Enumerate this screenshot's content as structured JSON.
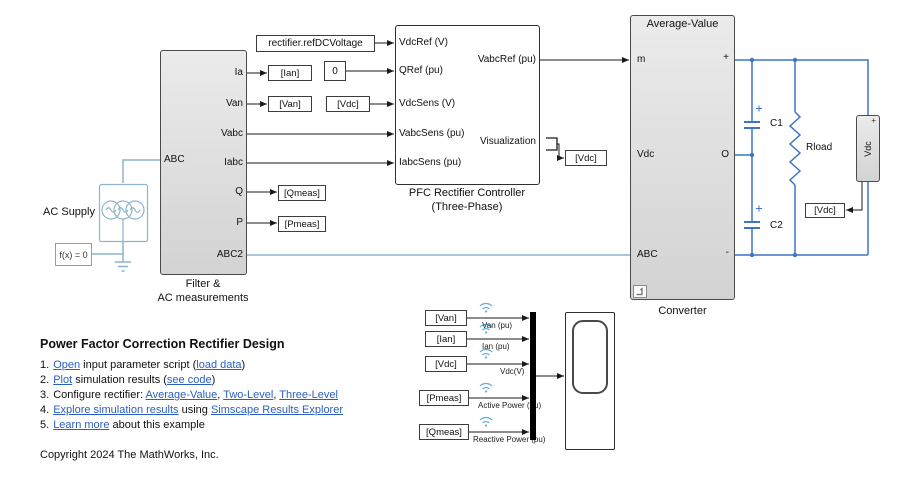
{
  "colors": {
    "link": "#2a5fbf",
    "dc_wire": "#3d74c4",
    "ac_wire": "#8fb3cb",
    "wireless_icon": "#62aede",
    "block_fill": "#dcdcdc"
  },
  "diagram": {
    "ac_supply_label": "AC Supply",
    "solver_label": "f(x) = 0",
    "filter": {
      "port_abc": "ABC",
      "ports_right": [
        "Ia",
        "Van",
        "Vabc",
        "Iabc",
        "Q",
        "P",
        "ABC2"
      ],
      "caption1": "Filter &",
      "caption2": "AC measurements"
    },
    "ref_voltage_label": "rectifier.refDCVoltage",
    "qref_const_label": "0",
    "controller": {
      "inputs": [
        "VdcRef (V)",
        "QRef (pu)",
        "VdcSens (V)",
        "VabcSens (pu)",
        "IabcSens (pu)"
      ],
      "output": "VabcRef (pu)",
      "visualization": "Visualization",
      "caption1": "PFC Rectifier Controller",
      "caption2": "(Three-Phase)"
    },
    "converter": {
      "title": "Average-Value",
      "port_m": "m",
      "port_vdc": "Vdc",
      "port_abc": "ABC",
      "port_plus": "+",
      "port_o": "O",
      "port_minus": "-",
      "caption": "Converter"
    },
    "tags": {
      "ian": "[Ian]",
      "van": "[Van]",
      "vdc_top": "[Vdc]",
      "qmeas": "[Qmeas]",
      "pmeas": "[Pmeas]",
      "vdc_vis": "[Vdc]",
      "vdc_right": "[Vdc]"
    },
    "circuit": {
      "c1": "C1",
      "c2": "C2",
      "rload": "Rload",
      "sensor_label": "Vdc",
      "sensor_plus": "+"
    },
    "scope_group": {
      "tag_van": "[Van]",
      "tag_ian": "[Ian]",
      "tag_vdc": "[Vdc]",
      "tag_pmeas": "[Pmeas]",
      "tag_qmeas": "[Qmeas]",
      "label_van": "Van (pu)",
      "label_ian": "Ian (pu)",
      "label_vdc": "Vdc(V)",
      "label_p": "Active Power (pu)",
      "label_q": "Reactive Power (pu)"
    }
  },
  "annotation": {
    "title": "Power Factor Correction Rectifier Design",
    "steps": [
      {
        "n": "1.",
        "s0": "Open",
        "s1": " input parameter script (",
        "s2": "load data",
        "s3": ")"
      },
      {
        "n": "2.",
        "s0": "Plot",
        "s1": " simulation results (",
        "s2": "see code",
        "s3": ")"
      },
      {
        "n": "3.",
        "s0": "Configure rectifier: ",
        "s1": "Average-Value",
        "s2": ", ",
        "s3": "Two-Level",
        "s4": ", ",
        "s5": "Three-Level"
      },
      {
        "n": "4.",
        "s0": "Explore simulation results",
        "s1": " using ",
        "s2": "Simscape Results Explorer"
      },
      {
        "n": "5.",
        "s0": "Learn more",
        "s1": " about this example"
      }
    ],
    "copyright": "Copyright 2024 The MathWorks, Inc."
  }
}
